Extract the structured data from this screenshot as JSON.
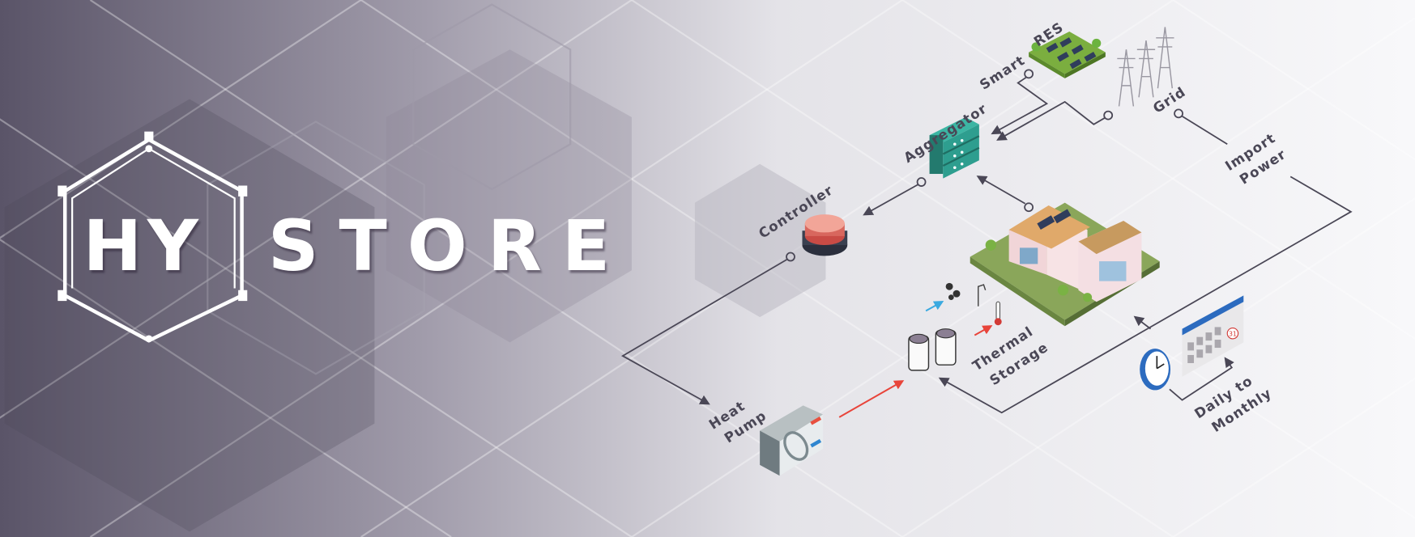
{
  "logo": {
    "part1": "HY",
    "part2": "STORE"
  },
  "labels": {
    "res": "RES",
    "grid": "Grid",
    "smart": "Smart",
    "aggregator": "Aggregator",
    "controller": "Controller",
    "import": "Import",
    "power": "Power",
    "heat": "Heat",
    "pump": "Pump",
    "thermal": "Thermal",
    "storage": "Storage",
    "daily": "Daily to",
    "monthly": "Monthly",
    "calendar_day": "31"
  },
  "colors": {
    "bg_dark": "#5a5468",
    "bg_light": "#f6f6f8",
    "line": "#4a4756",
    "aggregator": "#2e9e8f",
    "hot_arrow": "#e8443a",
    "cold_arrow": "#3aa9e0"
  }
}
